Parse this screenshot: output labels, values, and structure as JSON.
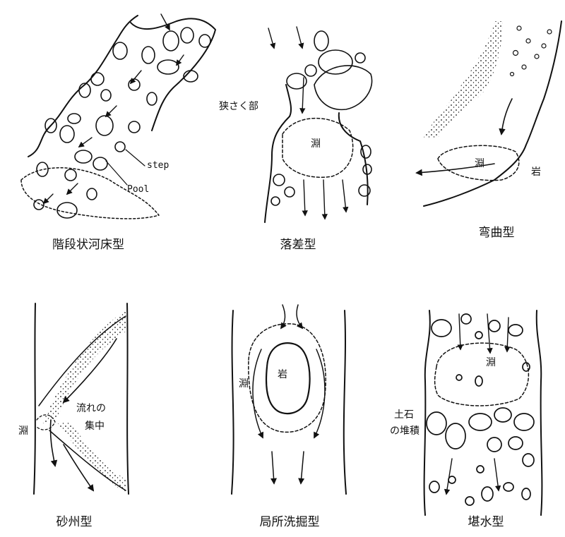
{
  "panels": [
    {
      "caption": "階段状河床型",
      "labels": {
        "step": "step",
        "pool": "Pool"
      }
    },
    {
      "caption": "落差型",
      "labels": {
        "narrow": "狭さく部",
        "fuchi": "淵"
      }
    },
    {
      "caption": "弯曲型",
      "labels": {
        "fuchi": "淵",
        "rock": "岩"
      }
    },
    {
      "caption": "砂州型",
      "labels": {
        "fuchi": "淵",
        "flow_line1": "流れの",
        "flow_line2": "集中"
      }
    },
    {
      "caption": "局所洗掘型",
      "labels": {
        "fuchi": "淵",
        "rock": "岩"
      }
    },
    {
      "caption": "堪水型",
      "labels": {
        "fuchi": "淵",
        "sed_line1": "土石",
        "sed_line2": "の堆積"
      }
    }
  ]
}
